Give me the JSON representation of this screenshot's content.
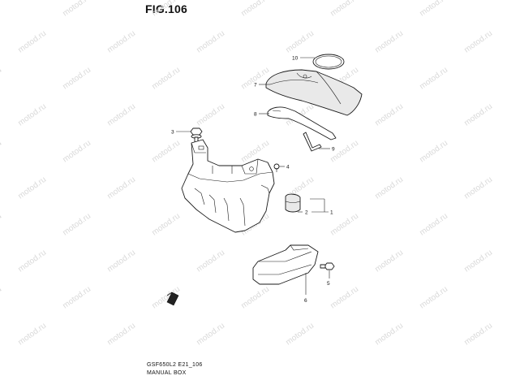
{
  "figure": {
    "title": "FIG.106"
  },
  "watermark": {
    "text": "motod.ru",
    "color": "#d9d9d9"
  },
  "callouts": [
    "10",
    "7",
    "8",
    "3",
    "9",
    "4",
    "2",
    "1",
    "5",
    "6"
  ],
  "footer": {
    "code": "GSF650L2 E21_106",
    "caption": "MANUAL BOX"
  },
  "colors": {
    "line": "#1a1a1a",
    "background": "#ffffff"
  }
}
